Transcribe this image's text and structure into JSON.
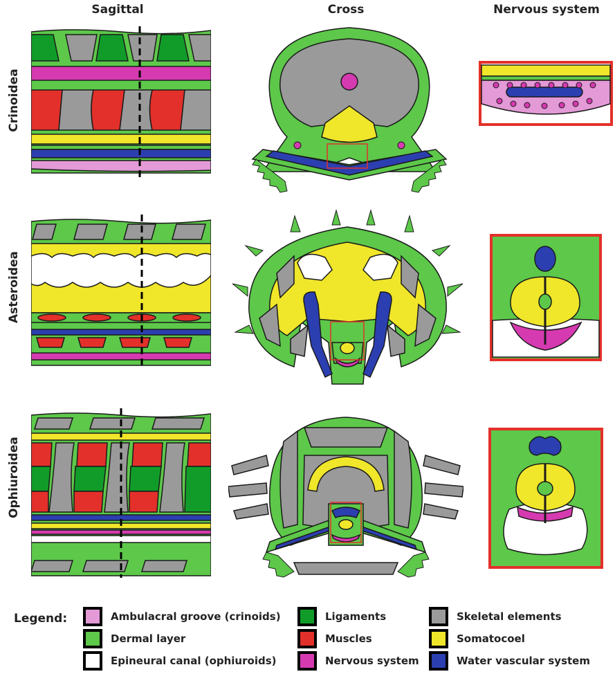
{
  "columns": [
    "Sagittal",
    "Cross",
    "Nervous system"
  ],
  "rows": [
    "Crinoidea",
    "Asteroidea",
    "Ophiuroidea"
  ],
  "legend": {
    "title": "Legend:",
    "items": [
      {
        "label": "Ambulacral groove (crinoids)",
        "color": "#e39ad6"
      },
      {
        "label": "Dermal layer",
        "color": "#5dc84a"
      },
      {
        "label": "Epineural canal (ophiuroids)",
        "color": "#ffffff"
      },
      {
        "label": "Ligaments",
        "color": "#119c2a"
      },
      {
        "label": "Muscles",
        "color": "#e3302a"
      },
      {
        "label": "Nervous system",
        "color": "#d63ab0"
      },
      {
        "label": "Skeletal elements",
        "color": "#9a9a9a"
      },
      {
        "label": "Somatocoel",
        "color": "#f0e62a"
      },
      {
        "label": "Water vascular system",
        "color": "#2c3fb0"
      }
    ]
  },
  "colors": {
    "dermal": "#5dc84a",
    "skeletal": "#9a9a9a",
    "somatocoel": "#f0e62a",
    "water": "#2c3fb0",
    "nervous": "#d63ab0",
    "muscle": "#e3302a",
    "ligament": "#119c2a",
    "groove": "#e39ad6",
    "frame": "#e3302a"
  }
}
